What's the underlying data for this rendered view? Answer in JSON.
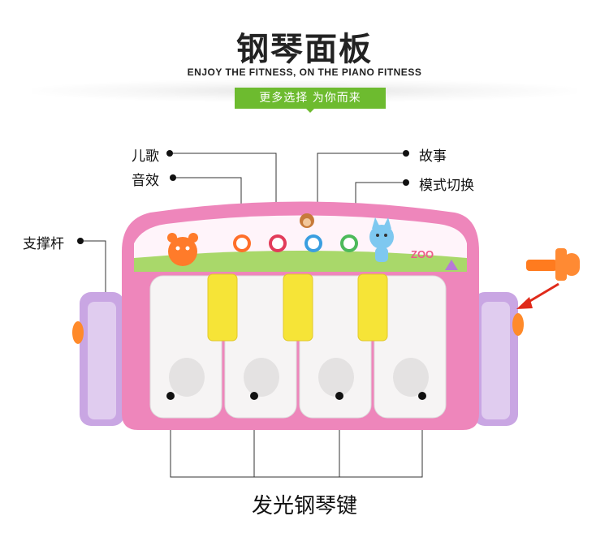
{
  "header": {
    "title": "钢琴面板",
    "subtitle": "ENJOY THE FITNESS, ON THE PIANO FITNESS",
    "badge": "更多选择  为你而来"
  },
  "callouts": {
    "nursery_rhymes": "儿歌",
    "sound_effects": "音效",
    "stories": "故事",
    "mode_switch": "模式切换",
    "support_rod": "支撑杆"
  },
  "panel": {
    "zoo_text": "ZOO"
  },
  "bottom_label": "发光钢琴键",
  "colors": {
    "pink": "#ef7fb6",
    "purple": "#c8a0e0",
    "yellow": "#f7e53a",
    "green": "#6dbb2f",
    "orange": "#ff7a1a",
    "red_arrow": "#e02a1a"
  }
}
